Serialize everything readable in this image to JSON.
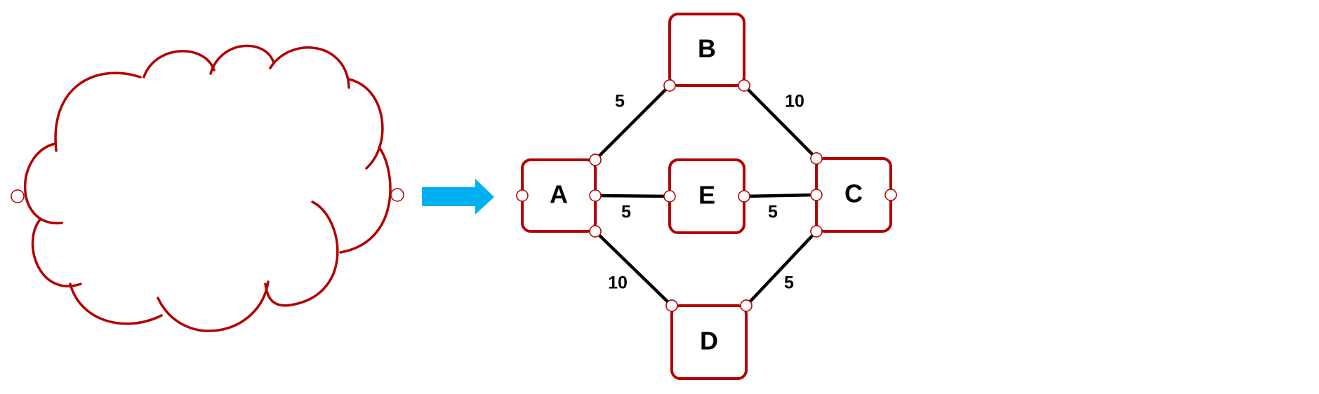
{
  "colors": {
    "node_border": "#b30000",
    "edge": "#000000",
    "arrow": "#00b0f0",
    "cloud": "#b30000",
    "background": "#ffffff"
  },
  "nodes": [
    {
      "id": "A",
      "label": "A"
    },
    {
      "id": "B",
      "label": "B"
    },
    {
      "id": "C",
      "label": "C"
    },
    {
      "id": "D",
      "label": "D"
    },
    {
      "id": "E",
      "label": "E"
    }
  ],
  "edges": [
    {
      "from": "A",
      "to": "B",
      "weight": "5"
    },
    {
      "from": "B",
      "to": "C",
      "weight": "10"
    },
    {
      "from": "A",
      "to": "E",
      "weight": "5"
    },
    {
      "from": "E",
      "to": "C",
      "weight": "5"
    },
    {
      "from": "A",
      "to": "D",
      "weight": "10"
    },
    {
      "from": "D",
      "to": "C",
      "weight": "5"
    }
  ],
  "icons": {
    "cloud": "cloud-icon",
    "arrow": "right-arrow-icon"
  }
}
